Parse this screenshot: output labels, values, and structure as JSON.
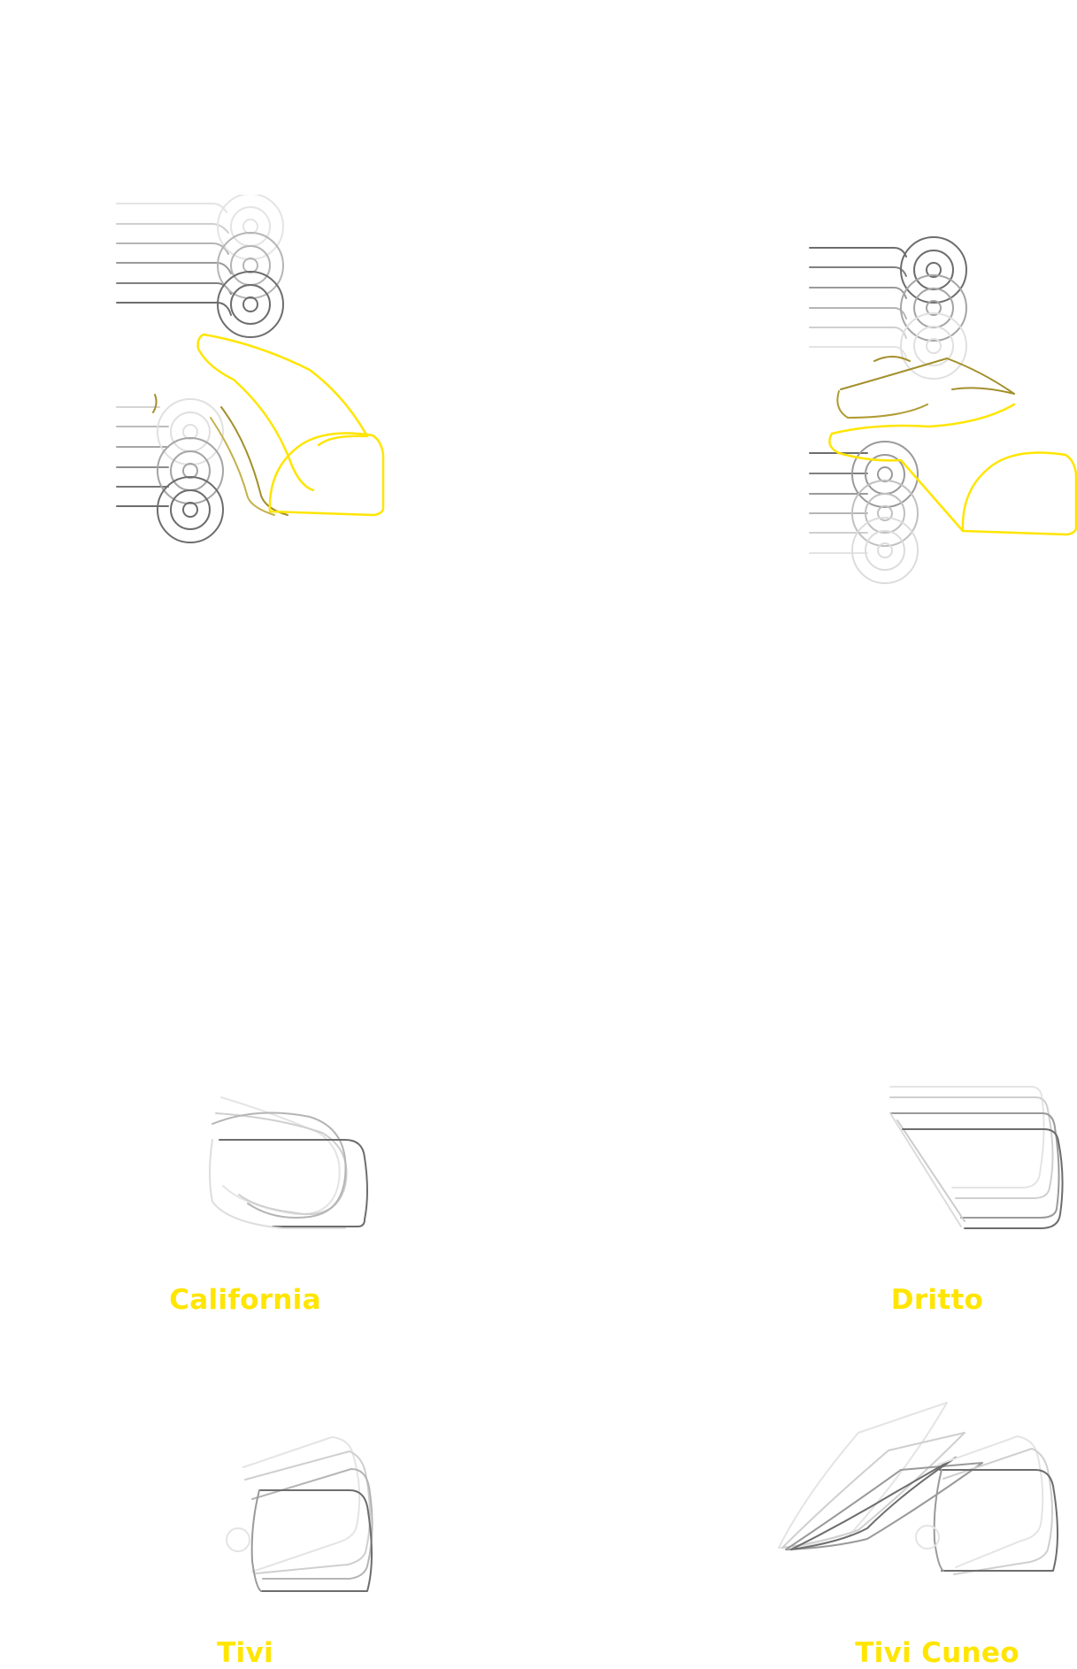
{
  "colors": {
    "accent_yellow": "#ffe500",
    "olive": "#a38f2a",
    "gray_dark": "#6d6d6d",
    "gray_mid": "#9a9a9a",
    "gray_light": "#cfcfcf",
    "gray_faint": "#e4e4e4",
    "background": "#ffffff"
  },
  "labels": {
    "california": "California",
    "dritto": "Dritto",
    "tivi": "Tivi",
    "tivi_cuneo": "Tivi Cuneo"
  }
}
